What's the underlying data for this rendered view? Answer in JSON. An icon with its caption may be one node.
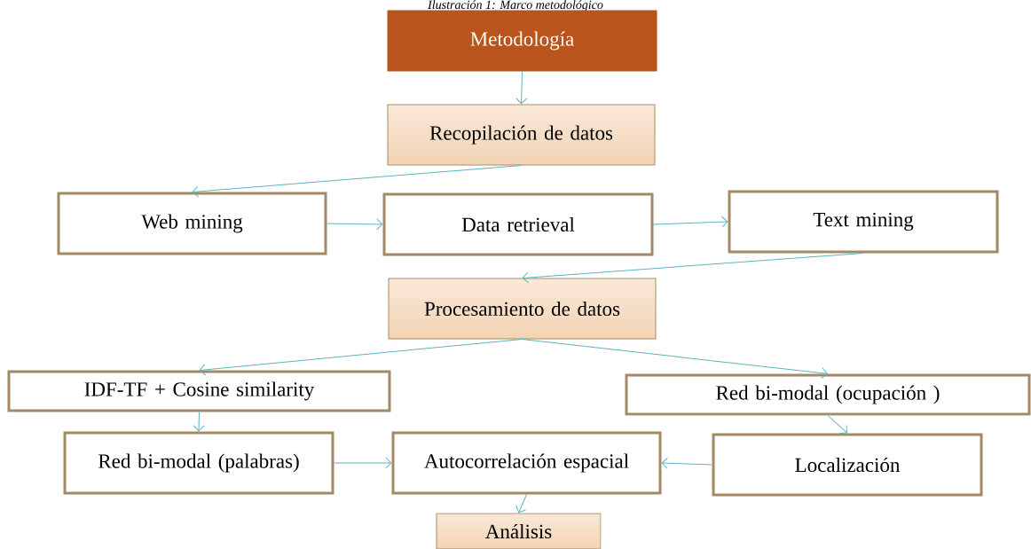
{
  "diagram": {
    "title": "Ilustración 1: Marco metodológico",
    "nodes": [
      {
        "text": [
          "Metodología"
        ]
      },
      {
        "text": [
          "Recopilación de datos"
        ]
      },
      {
        "text": [
          "Web mining"
        ]
      },
      {
        "text": [
          "Data retrieval"
        ]
      },
      {
        "text": [
          "Text mining"
        ]
      },
      {
        "text": [
          "Procesamiento de datos"
        ]
      },
      {
        "text": [
          "IDF-TF + Cosine similarity"
        ]
      },
      {
        "text": [
          "Red bi-modal (ocupación )"
        ]
      },
      {
        "text": [
          "Red bi-modal (palabras)"
        ]
      },
      {
        "text": [
          "Autocorrelación espacial"
        ]
      },
      {
        "text": [
          "Localización"
        ]
      },
      {
        "text": [
          "Análisis"
        ]
      }
    ],
    "edges": [
      {
        "from": 0,
        "to": 1,
        "arrow": "to"
      },
      {
        "from": 1,
        "to": 2,
        "arrow": "to"
      },
      {
        "from": 2,
        "to": 3,
        "arrow": "to"
      },
      {
        "from": 3,
        "to": 4,
        "arrow": "to"
      },
      {
        "from": 4,
        "to": 5,
        "arrow": "to"
      },
      {
        "from": 5,
        "to": 6,
        "arrow": "to"
      },
      {
        "from": 5,
        "to": 7,
        "arrow": "to"
      },
      {
        "from": 6,
        "to": 8,
        "arrow": "to"
      },
      {
        "from": 8,
        "to": 9,
        "arrow": "to"
      },
      {
        "from": 10,
        "to": 9,
        "arrow": "to"
      },
      {
        "from": 7,
        "to": 10,
        "arrow": "to"
      },
      {
        "from": 9,
        "to": 11,
        "arrow": "to"
      }
    ]
  }
}
